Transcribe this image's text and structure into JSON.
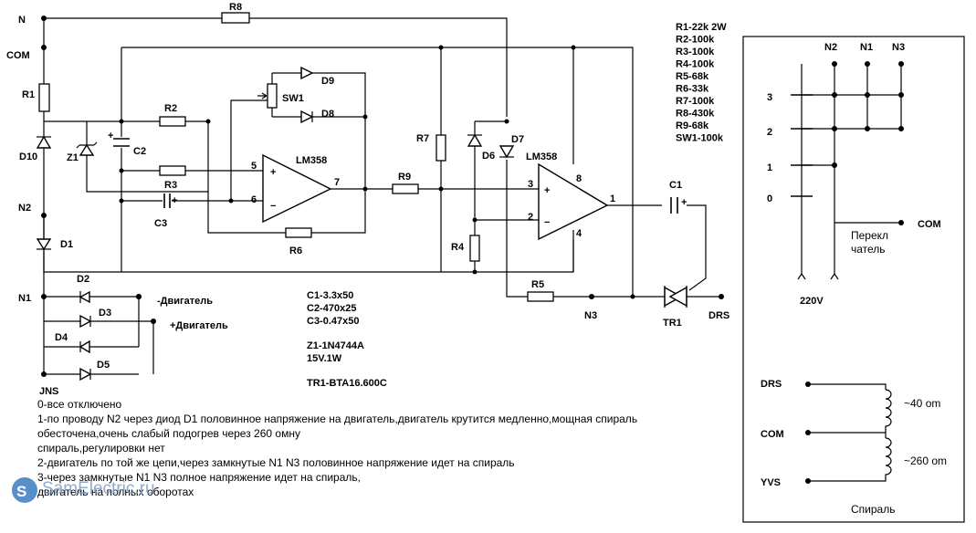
{
  "nodes": {
    "n": "N",
    "com": "COM",
    "n2": "N2",
    "n1": "N1",
    "jns": "JNS",
    "n3": "N3",
    "drs": "DRS",
    "yvs": "YVS"
  },
  "components": {
    "r1": "R1",
    "r2": "R2",
    "r3": "R3",
    "r4": "R4",
    "r5": "R5",
    "r6": "R6",
    "r7": "R7",
    "r8": "R8",
    "r9": "R9",
    "c1": "C1",
    "c2": "C2",
    "c3": "C3",
    "d1": "D1",
    "d2": "D2",
    "d3": "D3",
    "d4": "D4",
    "d5": "D5",
    "d6": "D6",
    "d7": "D7",
    "d8": "D8",
    "d9": "D9",
    "d10": "D10",
    "z1": "Z1",
    "sw1": "SW1",
    "tr1": "TR1",
    "op1": "LM358",
    "op2": "LM358"
  },
  "pins": {
    "op1_in_plus": "5",
    "op1_in_minus": "6",
    "op1_out": "7",
    "op2_in_plus": "3",
    "op2_in_minus": "2",
    "op2_out": "1",
    "op2_vcc": "8",
    "op2_gnd": "4",
    "plus": "+",
    "minus": "−"
  },
  "motor": {
    "minus_label": "-Двигатель",
    "plus_label": "+Двигатель"
  },
  "values_list": [
    "R1-22k 2W",
    "R2-100k",
    "R3-100k",
    "R4-100k",
    "R5-68k",
    "R6-33k",
    "R7-100k",
    "R8-430k",
    "R9-68k",
    "SW1-100k"
  ],
  "capacitor_values": [
    "C1-3.3x50",
    "C2-470x25",
    "C3-0.47x50"
  ],
  "zener_values": [
    "Z1-1N4744A",
    "15V.1W"
  ],
  "triac_value": "TR1-BTA16.600C",
  "switch_panel": {
    "positions": [
      "3",
      "2",
      "1",
      "0"
    ],
    "columns": [
      "N2",
      "N1",
      "N3"
    ],
    "switch_label_line1": "Перекл",
    "switch_label_line2": "чатель",
    "com": "COM",
    "mains": "220V"
  },
  "heater_panel": {
    "taps": [
      "DRS",
      "COM",
      "YVS"
    ],
    "upper_coil": "~40 om",
    "lower_coil": "~260 om",
    "title": "Спираль"
  },
  "description": [
    "0-все отключено",
    "1-по проводу N2 через диод D1 половинное напряжение на двигатель,двигатель крутится медленно,мощная спираль",
    "обесточена,очень слабый подогрев через 260 омну",
    " спираль,регулировки нет",
    "2-двигатель по той же цепи,через замкнутые N1 N3 половинное напряжение идет  на спираль",
    "3-через замкнутые N1 N3 полное  напряжение идет на спираль,",
    "двигатель на полных оборотах"
  ],
  "watermark": "SamElectric.ru"
}
